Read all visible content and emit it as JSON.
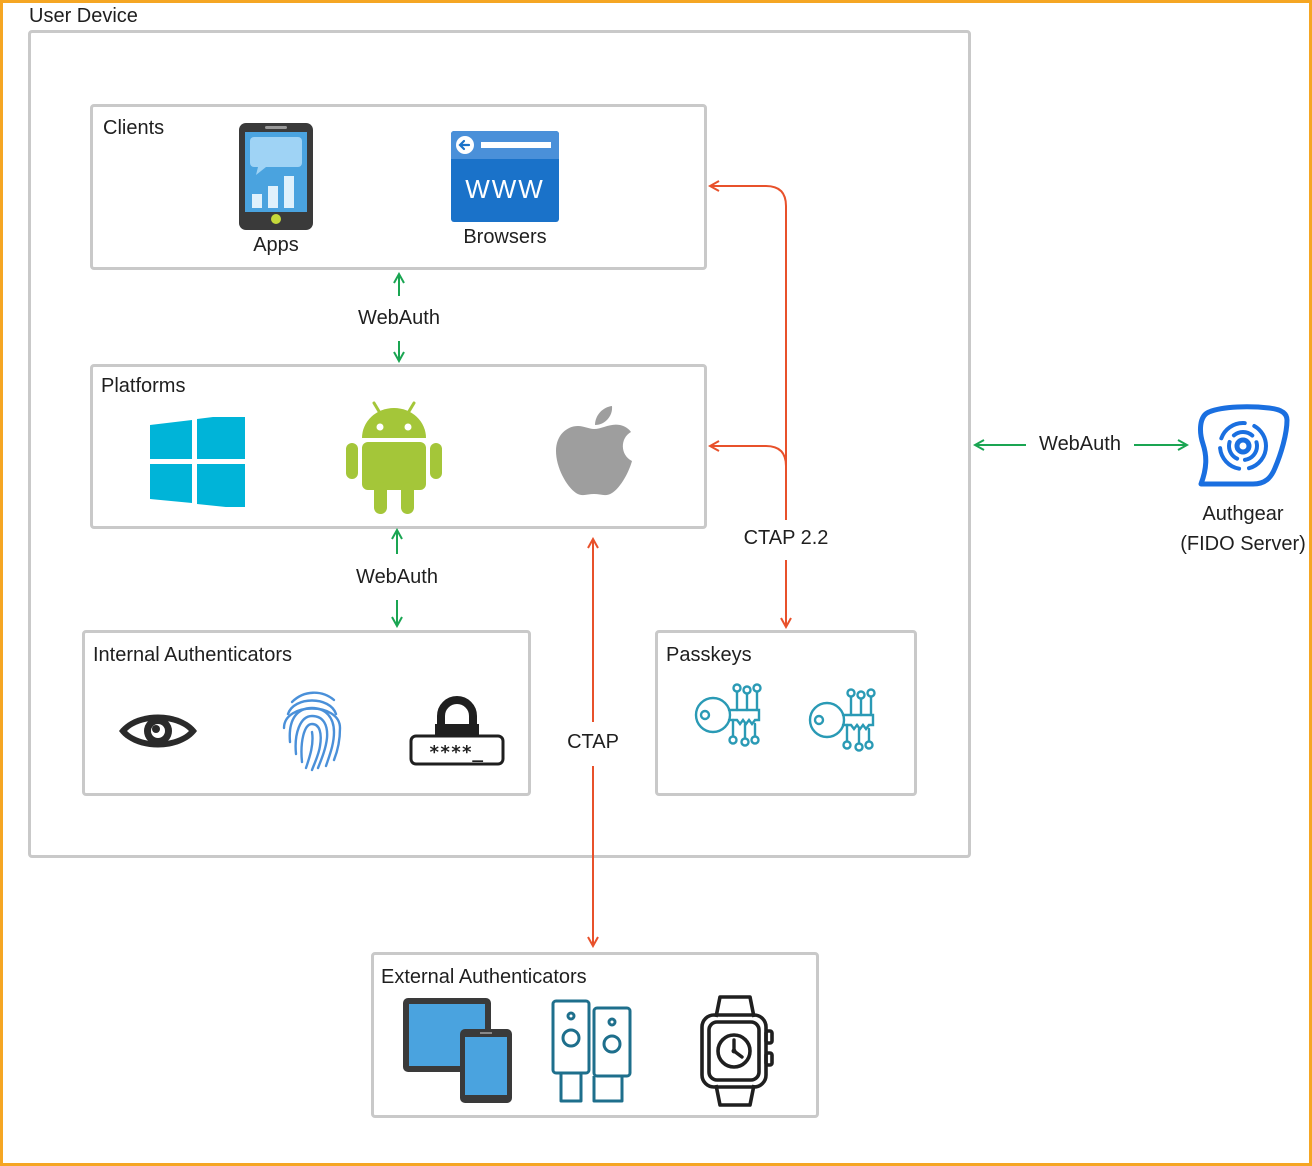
{
  "device": {
    "title": "User Device"
  },
  "clients": {
    "title": "Clients",
    "apps_label": "Apps",
    "browsers_label": "Browsers",
    "www_text": "WWW"
  },
  "platforms": {
    "title": "Platforms"
  },
  "internal": {
    "title": "Internal Authenticators",
    "pin_text": "****_"
  },
  "passkeys": {
    "title": "Passkeys"
  },
  "external": {
    "title": "External Authenticators"
  },
  "connections": {
    "clients_platforms": "WebAuth",
    "platforms_internal": "WebAuth",
    "ctap22": "CTAP 2.2",
    "ctap": "CTAP",
    "device_server": "WebAuth"
  },
  "server": {
    "name": "Authgear",
    "role": "(FIDO Server)"
  },
  "colors": {
    "webauth": "#1aa552",
    "ctap": "#e8512b",
    "frame": "#f5a623",
    "box_border": "#c9c9c9"
  }
}
